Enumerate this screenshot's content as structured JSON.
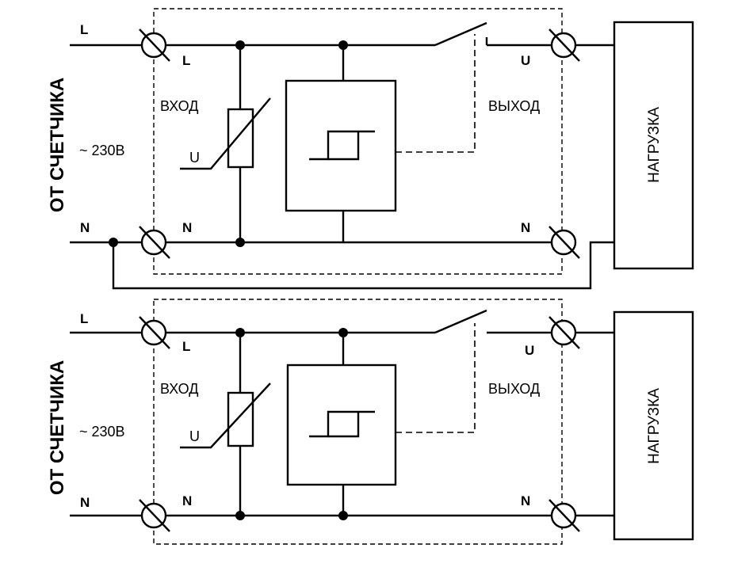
{
  "diagrams": [
    {
      "source_label": "ОТ СЧЕТЧИКА",
      "voltage": "~ 230В",
      "input_label": "ВХОД",
      "output_label": "ВЫХОД",
      "load_label": "НАГРУЗКА",
      "line_in": "L",
      "line_terminal": "L",
      "neutral_in": "N",
      "neutral_terminal": "N",
      "output_terminal": "U",
      "output_neutral": "N",
      "varistor_label": "U"
    },
    {
      "source_label": "ОТ СЧЕТЧИКА",
      "voltage": "~ 230В",
      "input_label": "ВХОД",
      "output_label": "ВЫХОД",
      "load_label": "НАГРУЗКА",
      "line_in": "L",
      "line_terminal": "L",
      "neutral_in": "N",
      "neutral_terminal": "N",
      "output_terminal": "U",
      "output_neutral": "N",
      "varistor_label": "U"
    }
  ]
}
